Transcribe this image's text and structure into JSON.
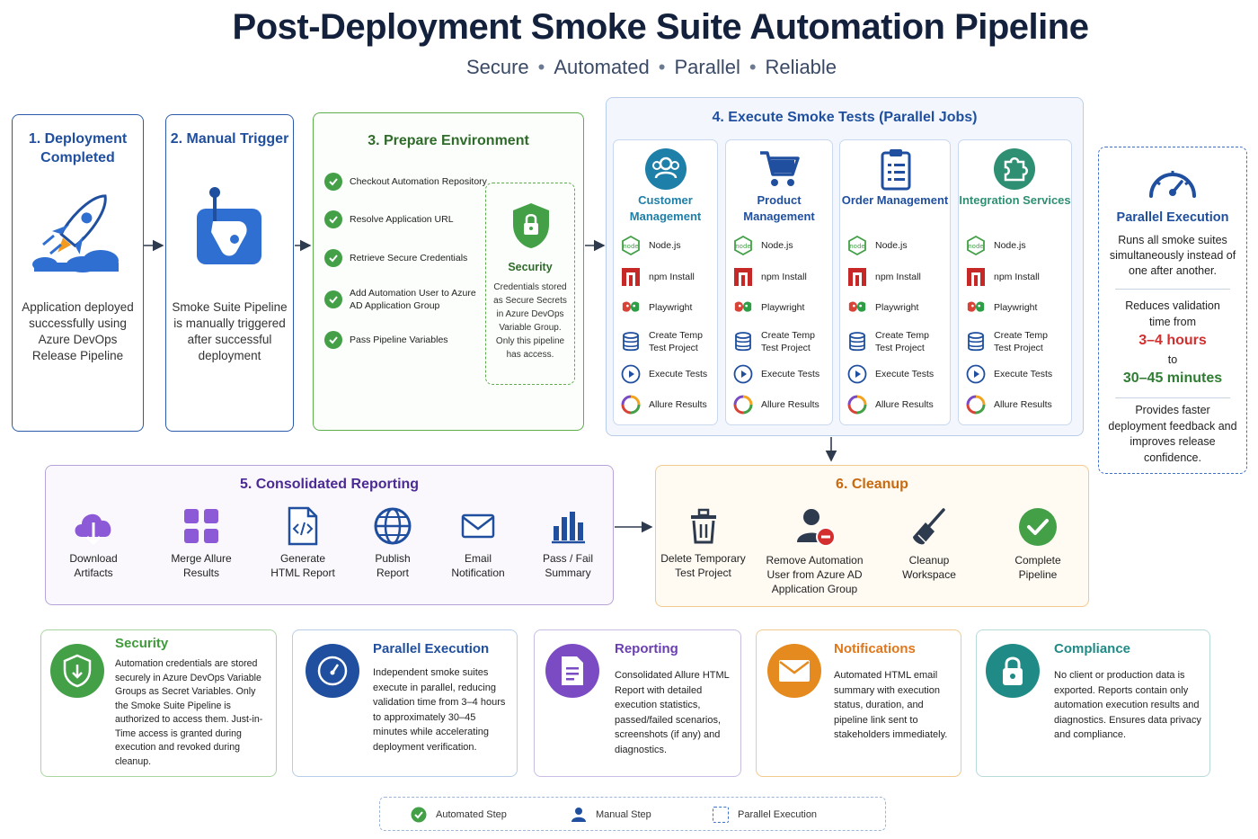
{
  "header": {
    "title": "Post-Deployment Smoke Suite Automation Pipeline",
    "tagline": [
      "Secure",
      "Automated",
      "Parallel",
      "Reliable"
    ]
  },
  "step1": {
    "title": "1. Deployment Completed",
    "desc": "Application deployed successfully using Azure DevOps Release Pipeline"
  },
  "step2": {
    "title": "2. Manual Trigger",
    "desc": "Smoke Suite Pipeline is manually triggered after successful deployment"
  },
  "step3": {
    "title": "3. Prepare Environment",
    "items": [
      "Checkout Automation Repository",
      "Resolve Application URL",
      "Retrieve Secure Credentials",
      "Add Automation User to Azure AD Application Group",
      "Pass Pipeline Variables"
    ],
    "security": {
      "title": "Security",
      "desc": "Credentials stored as Secure Secrets in Azure DevOps Variable Group. Only this pipeline has access."
    }
  },
  "step4": {
    "title": "4. Execute Smoke Tests (Parallel Jobs)",
    "jobs": [
      {
        "name": "Customer Management",
        "color": "#1e7fa8"
      },
      {
        "name": "Product Management",
        "color": "#1f4f9e"
      },
      {
        "name": "Order Management",
        "color": "#1f4f9e"
      },
      {
        "name": "Integration Services",
        "color": "#2f8f73"
      }
    ],
    "job_steps": [
      "Node.js",
      "npm Install",
      "Playwright",
      "Create Temp Test Project",
      "Execute Tests",
      "Allure Results"
    ]
  },
  "parallel_panel": {
    "title": "Parallel Execution",
    "desc1": "Runs all smoke suites simultaneously instead of one after another.",
    "reduce_label": "Reduces validation time from",
    "from_value": "3–4 hours",
    "to_label": "to",
    "to_value": "30–45 minutes",
    "desc2": "Provides faster deployment feedback and improves release confidence."
  },
  "step5": {
    "title": "5. Consolidated Reporting",
    "items": [
      "Download Artifacts",
      "Merge Allure Results",
      "Generate HTML Report",
      "Publish Report",
      "Email Notification",
      "Pass / Fail Summary"
    ]
  },
  "step6": {
    "title": "6. Cleanup",
    "items": [
      "Delete Temporary Test Project",
      "Remove Automation User from Azure AD Application Group",
      "Cleanup Workspace",
      "Complete Pipeline"
    ]
  },
  "benefits": [
    {
      "title": "Security",
      "color": "#3f9b3a",
      "desc": "Automation credentials are stored securely in Azure DevOps Variable Groups as Secret Variables. Only the Smoke Suite Pipeline is authorized to access them. Just-in-Time access is granted during execution and revoked during cleanup."
    },
    {
      "title": "Parallel Execution",
      "color": "#1f4f9e",
      "desc": "Independent smoke suites execute in parallel, reducing validation time from 3–4 hours to approximately 30–45 minutes while accelerating deployment verification."
    },
    {
      "title": "Reporting",
      "color": "#6a3fb0",
      "desc": "Consolidated Allure HTML Report with detailed execution statistics, passed/failed scenarios, screenshots (if any) and diagnostics."
    },
    {
      "title": "Notifications",
      "color": "#e0771a",
      "desc": "Automated HTML email summary with execution status, duration, and pipeline link sent to stakeholders immediately."
    },
    {
      "title": "Compliance",
      "color": "#1f8a86",
      "desc": "No client or production data is exported. Reports contain only automation execution results and diagnostics. Ensures data privacy and compliance."
    }
  ],
  "legend": [
    "Automated Step",
    "Manual Step",
    "Parallel Execution"
  ],
  "colors": {
    "accent_blue": "#1f4f9e",
    "green": "#43a047",
    "red": "#d32f2f",
    "purple": "#6a3fb0",
    "orange": "#e0771a"
  }
}
